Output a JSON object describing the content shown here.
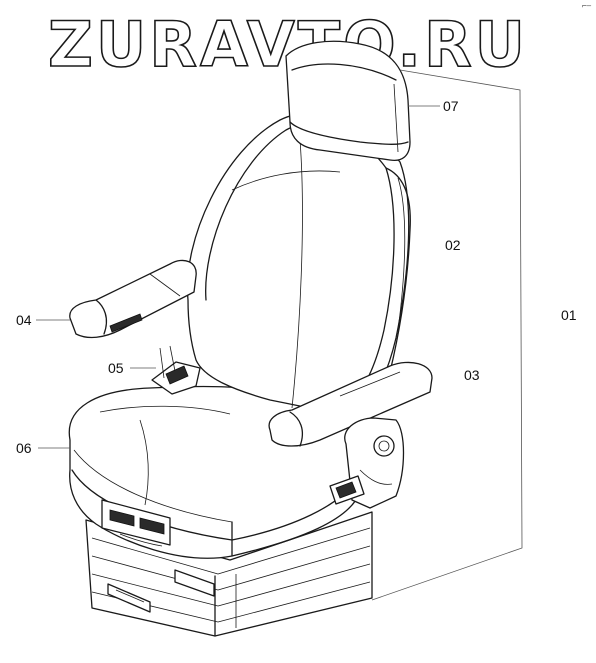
{
  "watermark": {
    "text": "ZURAVTO.RU"
  },
  "corner_mark": {
    "text": "⌐‒"
  },
  "callouts": [
    {
      "id": "01",
      "label": "01"
    },
    {
      "id": "02",
      "label": "02"
    },
    {
      "id": "03",
      "label": "03"
    },
    {
      "id": "04",
      "label": "04"
    },
    {
      "id": "05",
      "label": "05"
    },
    {
      "id": "06",
      "label": "06"
    },
    {
      "id": "07",
      "label": "07"
    }
  ],
  "colors": {
    "line": "#1a1a1a",
    "background": "#ffffff"
  }
}
